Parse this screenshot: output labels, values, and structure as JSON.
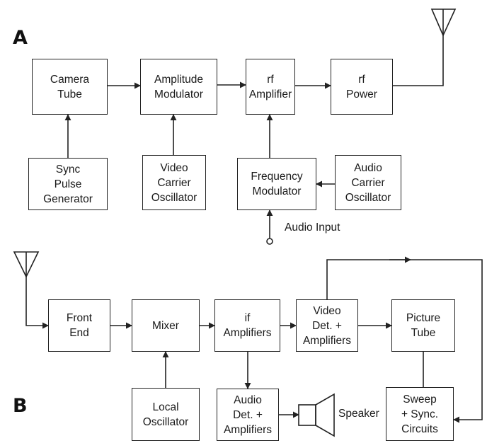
{
  "section_a": {
    "letter": "A",
    "camera_tube": [
      "Camera",
      "Tube"
    ],
    "amplitude_modulator": [
      "Amplitude",
      "Modulator"
    ],
    "rf_amplifier": [
      "rf",
      "Amplifier"
    ],
    "rf_power": [
      "rf",
      "Power"
    ],
    "sync_pulse_generator": [
      "Sync",
      "Pulse",
      "Generator"
    ],
    "video_carrier_oscillator": [
      "Video",
      "Carrier",
      "Oscillator"
    ],
    "frequency_modulator": [
      "Frequency",
      "Modulator"
    ],
    "audio_carrier_oscillator": [
      "Audio",
      "Carrier",
      "Oscillator"
    ],
    "audio_input": "Audio Input"
  },
  "section_b": {
    "letter": "B",
    "front_end": [
      "Front",
      "End"
    ],
    "mixer": [
      "Mixer"
    ],
    "if_amplifiers": [
      "if",
      "Amplifiers"
    ],
    "video_det_amplifiers": [
      "Video",
      "Det. +",
      "Amplifiers"
    ],
    "picture_tube": [
      "Picture",
      "Tube"
    ],
    "local_oscillator": [
      "Local",
      "Oscillator"
    ],
    "audio_det_amplifiers": [
      "Audio",
      "Det. +",
      "Amplifiers"
    ],
    "speaker": "Speaker",
    "sweep_sync_circuits": [
      "Sweep",
      "+ Sync.",
      "Circuits"
    ]
  }
}
